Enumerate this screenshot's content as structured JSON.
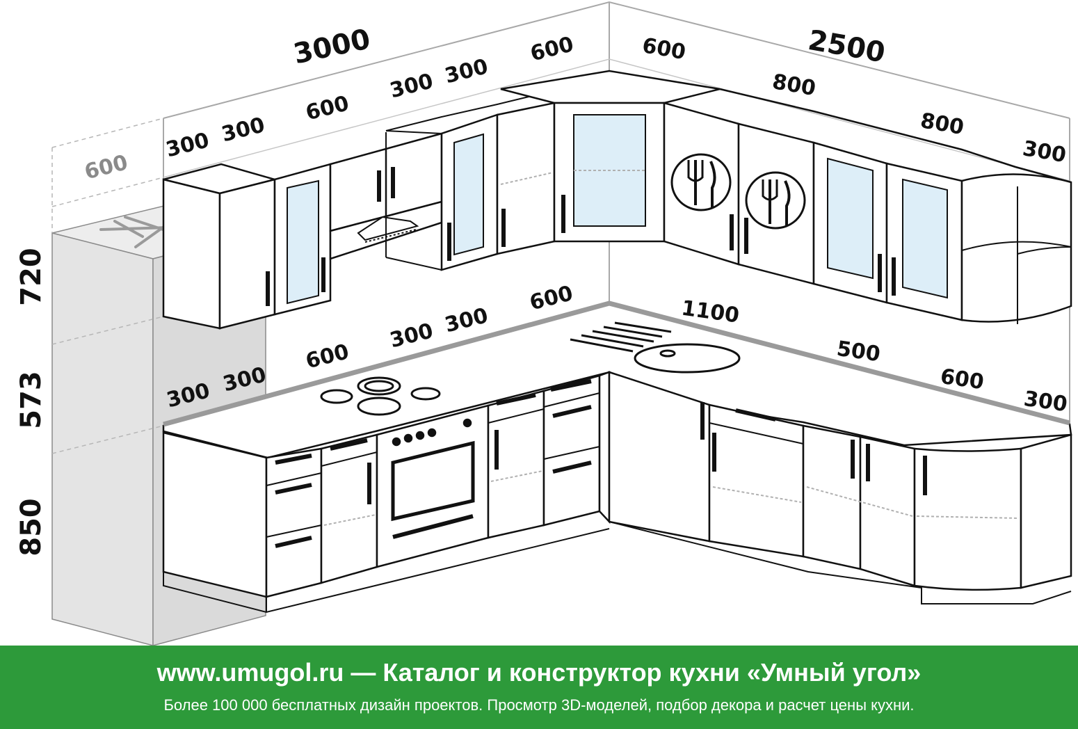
{
  "banner": {
    "title": "www.umugol.ru — Каталог и конструктор кухни «Умный угол»",
    "subtitle": "Более 100 000 бесплатных дизайн проектов. Просмотр 3D-моделей, подбор декора и расчет цены кухни."
  },
  "dimensions": {
    "wall_left_total": "3000",
    "wall_right_total": "2500",
    "fridge_depth": "600",
    "upper_left": [
      "300",
      "300",
      "600",
      "300",
      "300",
      "600"
    ],
    "upper_right": [
      "600",
      "800",
      "800",
      "300"
    ],
    "lower_left": [
      "300",
      "300",
      "600",
      "300",
      "300",
      "600"
    ],
    "lower_right": [
      "1100",
      "500",
      "600",
      "300"
    ],
    "heights": [
      "720",
      "573",
      "850"
    ]
  },
  "colors": {
    "banner_bg": "#2d9a3a",
    "line": "#111111",
    "glass": "#ddeef8",
    "fridge": "#e6e6e6",
    "countertop_edge": "#9a9a9a"
  },
  "icons": [
    "snowflake-icon",
    "cutlery-icon",
    "range-hood-icon",
    "cooktop-icon",
    "oven-icon",
    "sink-icon"
  ]
}
